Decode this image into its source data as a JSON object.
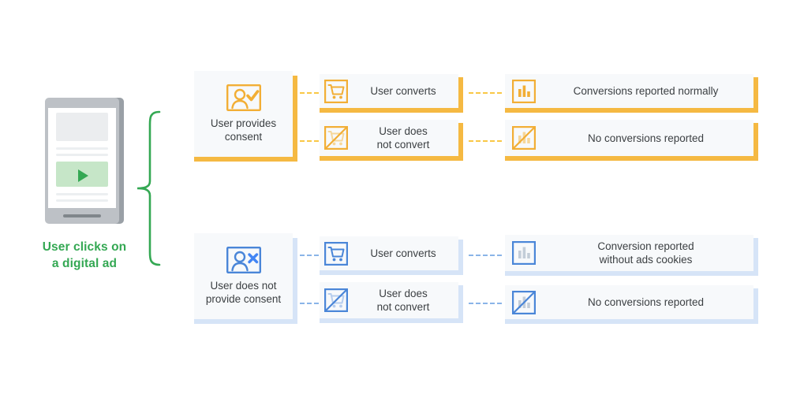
{
  "theme": {
    "yellow": "#f5b942",
    "yellow_border": "#f2ae35",
    "yellow_dash": "#f7c85c",
    "yellow_icon": "#f2ae35",
    "yellow_icon_faded": "#f6d79a",
    "blue": "#4285f4",
    "blue_border": "#4a86d8",
    "blue_dash": "#8ab4e8",
    "blue_shadow": "#d6e4f7",
    "green": "#34a853",
    "card_bg": "#f7f9fb",
    "text": "#3c4043"
  },
  "source": {
    "caption": "User clicks on\na digital ad",
    "caption_line1": "User clicks on",
    "caption_line2": "a digital ad",
    "device_icon": "smartphone-icon",
    "media_icon": "play-icon",
    "brace_icon": "curly-brace-icon"
  },
  "branches": [
    {
      "id": "consent",
      "accent": "yellow",
      "consent": {
        "icon": "person-check-icon",
        "label_line1": "User provides",
        "label_line2": "consent"
      },
      "outcomes": [
        {
          "icon": "shopping-cart-icon",
          "label_line1": "User converts",
          "label_line2": "",
          "report": {
            "icon": "bar-chart-icon",
            "label_line1": "Conversions reported normally",
            "label_line2": ""
          }
        },
        {
          "icon": "shopping-cart-slash-icon",
          "label_line1": "User does",
          "label_line2": "not convert",
          "report": {
            "icon": "bar-chart-slash-icon",
            "label_line1": "No conversions reported",
            "label_line2": ""
          }
        }
      ]
    },
    {
      "id": "no-consent",
      "accent": "blue",
      "consent": {
        "icon": "person-x-icon",
        "label_line1": "User does not",
        "label_line2": "provide consent"
      },
      "outcomes": [
        {
          "icon": "shopping-cart-icon",
          "label_line1": "User converts",
          "label_line2": "",
          "report": {
            "icon": "bar-chart-icon",
            "label_line1": "Conversion reported",
            "label_line2": "without ads cookies"
          }
        },
        {
          "icon": "shopping-cart-slash-icon",
          "label_line1": "User does",
          "label_line2": "not convert",
          "report": {
            "icon": "bar-chart-slash-icon",
            "label_line1": "No conversions reported",
            "label_line2": ""
          }
        }
      ]
    }
  ]
}
